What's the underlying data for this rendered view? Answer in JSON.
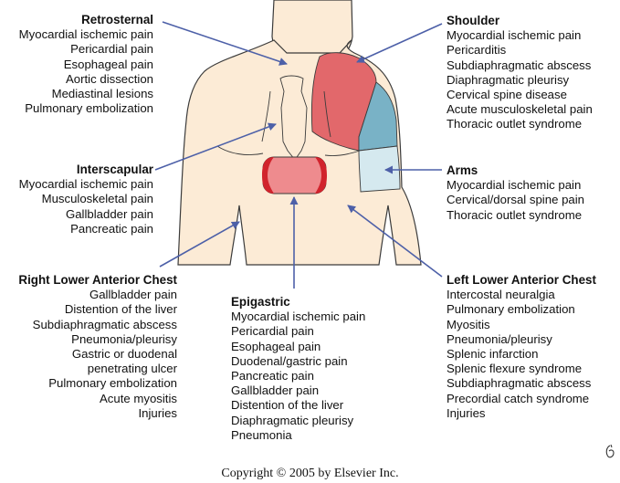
{
  "colors": {
    "skin": "#fcebd6",
    "outline": "#3b3b3b",
    "arrow": "#4d60a8",
    "shoulder_red": "#e2686b",
    "shoulder_teal": "#79b2c6",
    "arm_blue": "#d5e9ef",
    "epigastric_pink": "#ee8b8e",
    "epigastric_red": "#d1232c"
  },
  "icons": {
    "signature": "signature-mark-icon"
  },
  "regions": {
    "retrosternal": {
      "title": "Retrosternal",
      "items": [
        "Myocardial ischemic pain",
        "Pericardial pain",
        "Esophageal pain",
        "Aortic dissection",
        "Mediastinal lesions",
        "Pulmonary embolization"
      ]
    },
    "interscapular": {
      "title": "Interscapular",
      "items": [
        "Myocardial ischemic pain",
        "Musculoskeletal pain",
        "Gallbladder pain",
        "Pancreatic pain"
      ]
    },
    "right_lower": {
      "title": "Right Lower Anterior Chest",
      "items": [
        "Gallbladder pain",
        "Distention of the liver",
        "Subdiaphragmatic abscess",
        "Pneumonia/pleurisy",
        "Gastric or duodenal",
        "penetrating ulcer",
        "Pulmonary embolization",
        "Acute myositis",
        "Injuries"
      ]
    },
    "epigastric": {
      "title": "Epigastric",
      "items": [
        "Myocardial ischemic pain",
        "Pericardial pain",
        "Esophageal pain",
        "Duodenal/gastric pain",
        "Pancreatic pain",
        "Gallbladder pain",
        "Distention of the liver",
        "Diaphragmatic pleurisy",
        "Pneumonia"
      ]
    },
    "shoulder": {
      "title": "Shoulder",
      "items": [
        "Myocardial ischemic pain",
        "Pericarditis",
        "Subdiaphragmatic abscess",
        "Diaphragmatic pleurisy",
        "Cervical spine disease",
        "Acute musculoskeletal pain",
        "Thoracic outlet syndrome"
      ]
    },
    "arms": {
      "title": "Arms",
      "items": [
        "Myocardial ischemic pain",
        "Cervical/dorsal spine pain",
        "Thoracic outlet syndrome"
      ]
    },
    "left_lower": {
      "title": "Left Lower Anterior Chest",
      "items": [
        "Intercostal neuralgia",
        "Pulmonary embolization",
        "Myositis",
        "Pneumonia/pleurisy",
        "Splenic infarction",
        "Splenic flexure syndrome",
        "Subdiaphragmatic abscess",
        "Precordial catch syndrome",
        "Injuries"
      ]
    }
  },
  "copyright": "Copyright © 2005 by Elsevier Inc."
}
